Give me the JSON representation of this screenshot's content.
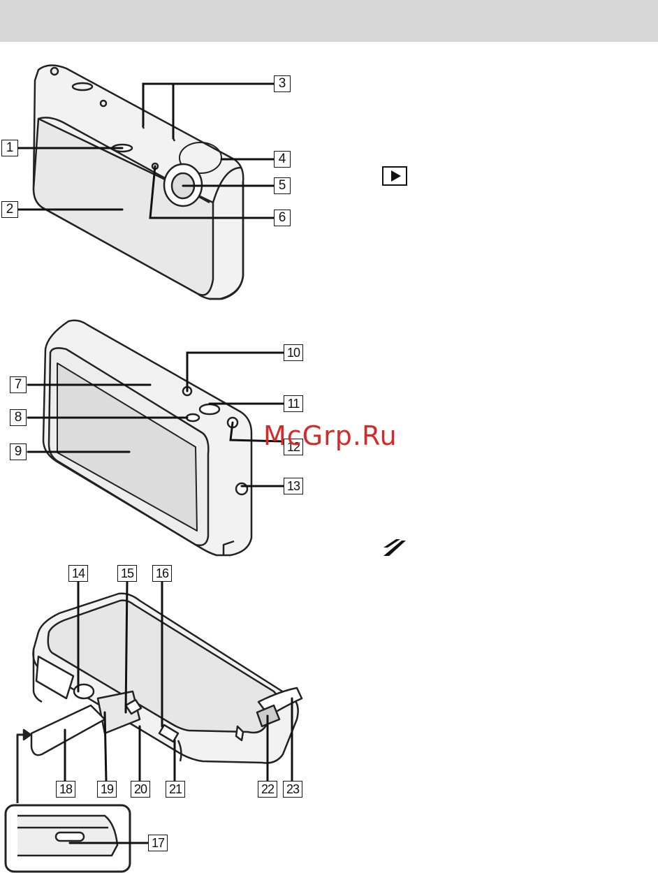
{
  "page": {
    "header_color": "#d7d7d7",
    "watermark_color": "#d42a2a"
  },
  "watermark": "McGrp.Ru",
  "callouts": {
    "c1": "1",
    "c2": "2",
    "c3": "3",
    "c4": "4",
    "c5": "5",
    "c6": "6",
    "c7": "7",
    "c8": "8",
    "c9": "9",
    "c10": "10",
    "c11": "11",
    "c12": "12",
    "c13": "13",
    "c14": "14",
    "c15": "15",
    "c16": "16",
    "c17": "17",
    "c18": "18",
    "c19": "19",
    "c20": "20",
    "c21": "21",
    "c22": "22",
    "c23": "23"
  },
  "icons": {
    "play": "playback-button-icon",
    "note": "note-marker-icon"
  }
}
